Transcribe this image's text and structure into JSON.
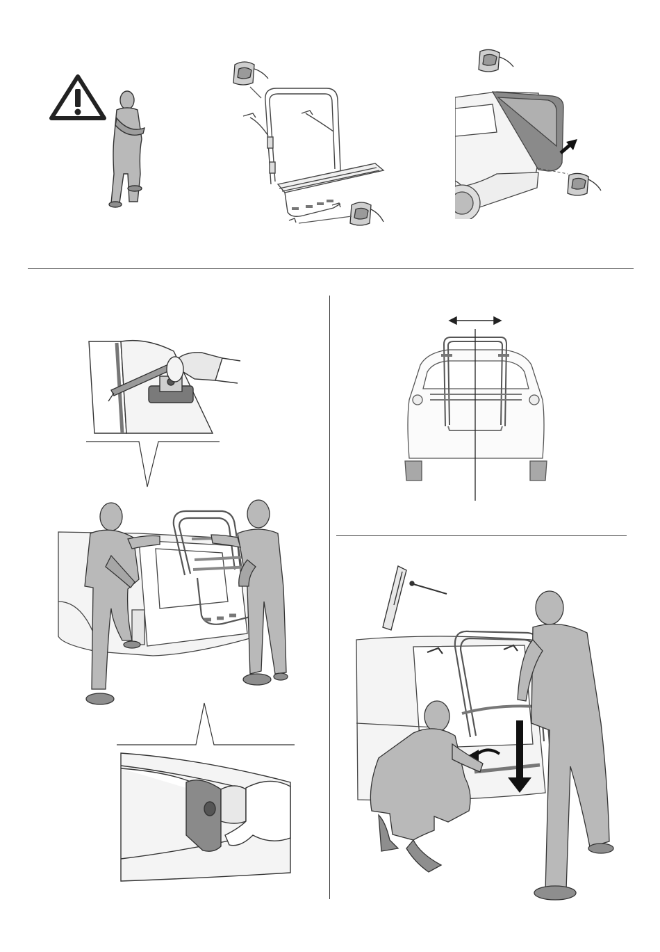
{
  "page": {
    "type": "assembly-instruction-illustrations",
    "background": "#ffffff"
  },
  "colors": {
    "line": "#333333",
    "figure_fill": "#b9b9b9",
    "figure_dark": "#8e8e8e",
    "tailgate_fill": "#8a8a8a",
    "pad_fill": "#7a7a7a",
    "car_fill": "#f4f4f4",
    "rule": "#3a3a3a"
  },
  "panels": [
    {
      "id": "warning",
      "icons": [
        "warning-triangle-icon",
        "standing-person"
      ]
    },
    {
      "id": "rack-pads",
      "icons": [
        "bike-rack",
        "cleaning-cloth-icon"
      ]
    },
    {
      "id": "tailgate-clean",
      "icons": [
        "car-tailgate",
        "cleaning-cloth-icon",
        "open-arrow-icon"
      ]
    },
    {
      "id": "hook-detail-top",
      "icons": [
        "rack-hook-detail"
      ]
    },
    {
      "id": "two-person-mount",
      "icons": [
        "two-persons",
        "bike-rack",
        "car-rear"
      ]
    },
    {
      "id": "hook-detail-bottom",
      "icons": [
        "bumper-pad-detail"
      ]
    },
    {
      "id": "centering",
      "icons": [
        "car-rear-view",
        "double-arrow-icon",
        "center-line"
      ]
    },
    {
      "id": "tighten-straps",
      "icons": [
        "wrench-tool",
        "two-persons",
        "down-arrow-icon",
        "rotate-arrow-icon"
      ]
    }
  ]
}
